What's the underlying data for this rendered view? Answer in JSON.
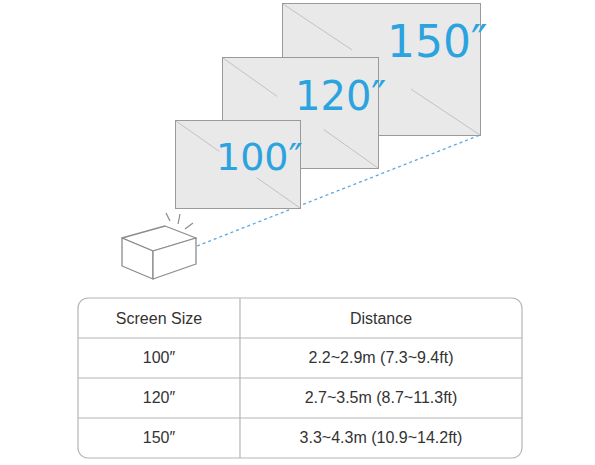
{
  "diagram": {
    "nodes": [
      {
        "text": [
          "150″"
        ]
      },
      {
        "text": [
          "120″"
        ]
      },
      {
        "text": [
          "100″"
        ]
      }
    ],
    "labels": [
      "Screen Size",
      "Distance",
      "100″",
      "2.2~2.9m (7.3~9.4ft)",
      "120″",
      "2.7~3.5m (8.7~11.3ft)",
      "150″",
      "3.3~4.3m (10.9~14.2ft)"
    ]
  }
}
